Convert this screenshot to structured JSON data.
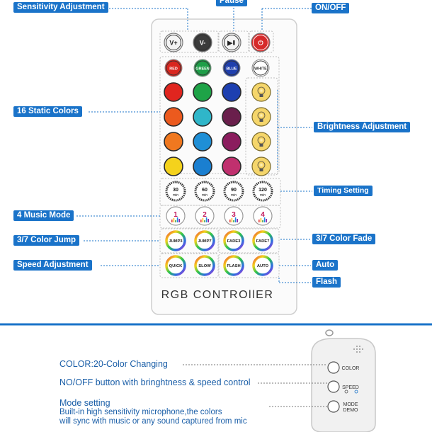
{
  "callouts": {
    "sensitivity": "Sensitivity Adjustment",
    "pause": "Pause",
    "onoff": "ON/OFF",
    "static_colors": "16 Static Colors",
    "brightness": "Brightness Adjustment",
    "timing": "Timing Setting",
    "music_mode": "4 Music Mode",
    "color_jump": "3/7 Color Jump",
    "color_fade": "3/7 Color Fade",
    "speed": "Speed Adjustment",
    "auto": "Auto",
    "flash": "Flash"
  },
  "remote": {
    "title": "RGB CONTROllER",
    "top_buttons": [
      "V+",
      "V-",
      "▶‖",
      "⏻"
    ],
    "color_row_labels": [
      "RED",
      "GREEN",
      "BLUE",
      "WHITE"
    ],
    "color_grid": [
      [
        "#e0251f",
        "#1ea347",
        "#1d3fb0"
      ],
      [
        "#ec5a1e",
        "#2fb6c9",
        "#6a1f4c"
      ],
      [
        "#f0781f",
        "#1f8fd6",
        "#8b1d5e"
      ],
      [
        "#f4d21c",
        "#1a7fd0",
        "#c0306e"
      ]
    ],
    "brightness_levels": 4,
    "timers": [
      {
        "value": "30",
        "unit": "min"
      },
      {
        "value": "60",
        "unit": "min"
      },
      {
        "value": "90",
        "unit": "min"
      },
      {
        "value": "120",
        "unit": "min"
      }
    ],
    "music_modes": [
      "1",
      "2",
      "3",
      "4"
    ],
    "jump_fade_labels": [
      "JUMP3",
      "JUMP7",
      "FADE3",
      "FADE7"
    ],
    "speed_labels": [
      "QUICK",
      "SLOW",
      "FLASH",
      "AUTO"
    ]
  },
  "mini_remote": {
    "buttons": [
      "COLOR",
      "SPEED",
      "MODE DEMO"
    ]
  },
  "lower_text": {
    "color_line": "COLOR:20-Color Changing",
    "onoff_line": "NO/OFF button with bringhtness & speed control",
    "mode_title": "Mode setting",
    "mode_line1": "Built-in high sensitivity microphone,the colors",
    "mode_line2": "will sync with music or any sound captured from mic"
  },
  "colors": {
    "callout_blue": "#1a73c9",
    "divider_blue": "#1a73c9",
    "text_blue": "#1b5fa8"
  }
}
